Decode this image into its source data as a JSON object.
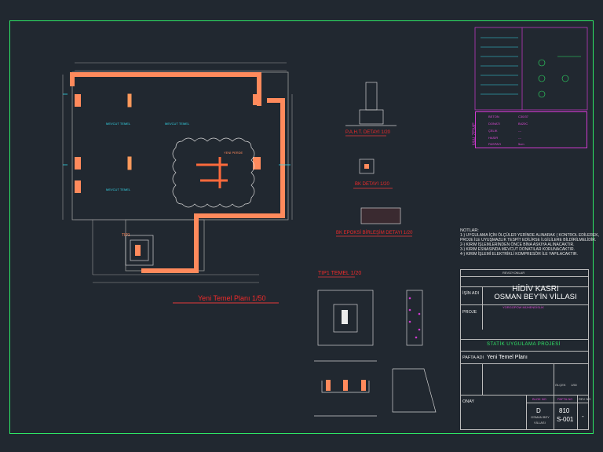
{
  "plan": {
    "title": "Yeni Temel Planı   1/50",
    "footing_label": "TIP1",
    "dims": [
      "MEVCUT TEMEL",
      "MEVCUT TEMEL",
      "YENİ PERDE",
      "MEVCUT TEMEL"
    ]
  },
  "details": {
    "pah": "P.A.H.T. DETAYI  1/20",
    "bk": "BK DETAYI  1/20",
    "bk_epoksi": "BK EPOKSİ BİRLEŞİM DETAYI  1/20",
    "tip1": "TIP1 TEMEL 1/20"
  },
  "malzeme": {
    "title": "MALZEME",
    "rows": [
      [
        "BETON",
        "C30/37"
      ],
      [
        "DONATI",
        "B420C"
      ],
      [
        "ÇELİK",
        "---"
      ],
      [
        "HASIR",
        "---"
      ],
      [
        "PASPAYI",
        "5cm"
      ]
    ]
  },
  "notes": {
    "heading": "NOTLAR:",
    "lines": [
      "1-) UYGULAMA İÇİN ÖLÇÜLER YERİNDE ALINARAK ( KONTROL EDİLEREK,",
      "PROJE İLE UYUŞMAZLIK TESPİT EDİLİRSE İLGİLİLERE BİLDİRİLMELİDİR.",
      "2-) KIRIM İŞLEMLERİNDEN ÖNCE BİNA ASKIYA ALINACAKTIR.",
      "3-) KIRIM ESNASINDA MEVCUT DONATILAR KORUNACAKTIR.",
      "4-) KIRIM İŞLEMİ ELEKTRİKLİ KOMPRESÖR İLE YAPILACAKTIR."
    ]
  },
  "titleblock": {
    "header": "REVİZYONLAR",
    "isin_adi_label": "İŞİN ADI",
    "project_line1": "HİDİV KASRI",
    "project_line2": "OSMAN BEY'İN VİLLASI",
    "proje_label": "PROJE",
    "firm": "YORGOPOW MÜHENDİSLİK",
    "statik": "STATİK UYGULAMA PROJESİ",
    "pafta_adi_label": "PAFTA ADI",
    "pafta_adi": "Yeni Temel Planı",
    "scale_label": "ÖLÇEK",
    "scale": "1/50",
    "onay": "ONAY",
    "blok_no_label": "BLOK NO",
    "pafta_no_label": "PAFTA NO",
    "rev_label": "REV NO",
    "blok": "D",
    "blok_sub": "OSMAN BEY",
    "blok_sub2": "VİLLASI",
    "pafta_no1": "810",
    "pafta_no2": "S-001",
    "rev": "-"
  }
}
